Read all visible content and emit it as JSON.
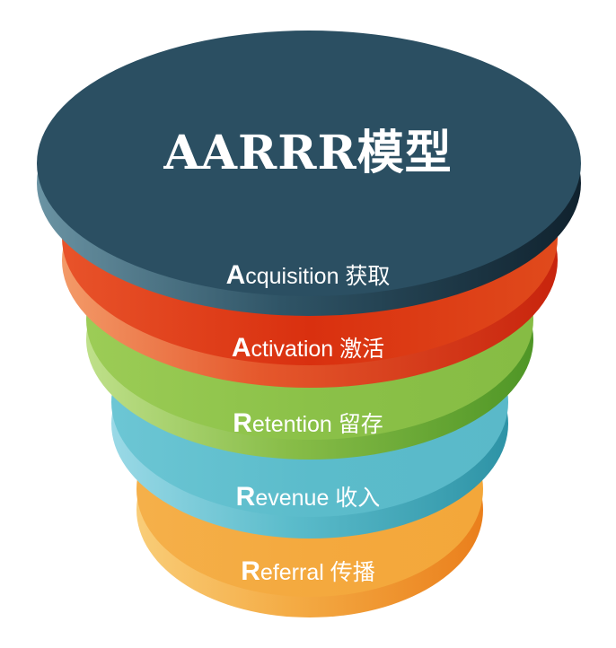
{
  "diagram": {
    "title": "AARRR模型",
    "colors": {
      "navy": "#2b4f62",
      "red": "#dc3a16",
      "green": "#8dc04a",
      "blue": "#5bbccb",
      "orange": "#f4a93e"
    },
    "layers": [
      {
        "initial": "A",
        "rest": "cquisition 获取",
        "full": "Acquisition 获取",
        "color": "#2b4f62"
      },
      {
        "initial": "A",
        "rest": "ctivation 激活",
        "full": "Activation 激活",
        "color": "#dc3a16"
      },
      {
        "initial": "R",
        "rest": "etention 留存",
        "full": "Retention 留存",
        "color": "#8dc04a"
      },
      {
        "initial": "R",
        "rest": "evenue 收入",
        "full": "Revenue 收入",
        "color": "#5bbccb"
      },
      {
        "initial": "R",
        "rest": "eferral 传播",
        "full": "Referral 传播",
        "color": "#f4a93e"
      }
    ]
  }
}
